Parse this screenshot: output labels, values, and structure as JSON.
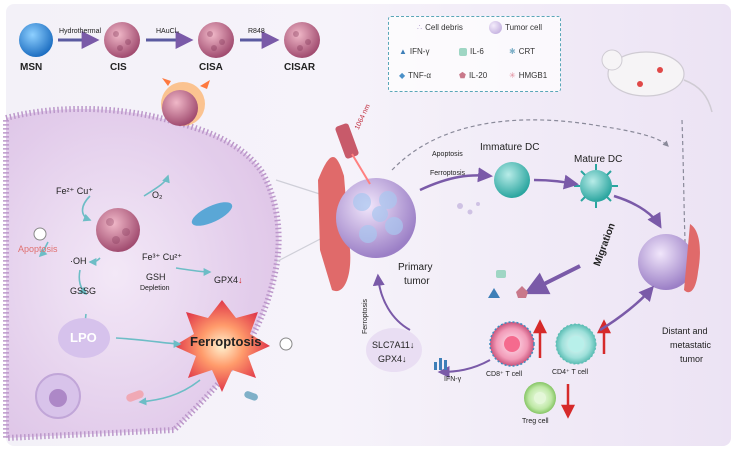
{
  "synthesis": {
    "steps": [
      {
        "label": "MSN"
      },
      {
        "label": "CIS"
      },
      {
        "label": "CISA"
      },
      {
        "label": "CISAR"
      }
    ],
    "arrows": [
      "Hydrothermal",
      "HAuCl₄",
      "R848"
    ]
  },
  "legend": {
    "items": [
      {
        "label": "Cell debris",
        "icon": "dots-icon"
      },
      {
        "label": "Tumor cell",
        "icon": "sphere-icon"
      },
      {
        "label": "IFN-γ",
        "icon": "triangle-icon"
      },
      {
        "label": "IL-6",
        "icon": "rounded-square-icon"
      },
      {
        "label": "CRT",
        "icon": "star-icon"
      },
      {
        "label": "TNF-α",
        "icon": "diamond-icon"
      },
      {
        "label": "IL-20",
        "icon": "pentagon-icon"
      },
      {
        "label": "HMGB1",
        "icon": "cross-icon"
      }
    ]
  },
  "cell": {
    "ions_top": "Fe²⁺ Cu⁺",
    "o2": "O₂",
    "ions_right": "Fe³⁺ Cu²⁺",
    "apoptosis": "Apoptosis",
    "oh": "·OH",
    "gssg": "GSSG",
    "gsh_line1": "GSH",
    "gsh_line2": "Depletion",
    "gpx4": "GPX4",
    "gpx4_arrow": "↓",
    "lpo": "LPO",
    "ferroptosis": "Ferroptosis"
  },
  "immune": {
    "laser": "1064 nm",
    "apoptosis": "Apoptosis",
    "ferroptosis": "Ferroptosis",
    "immature_dc": "Immature DC",
    "mature_dc": "Mature DC",
    "migration": "Migration",
    "primary_tumor_line1": "Primary",
    "primary_tumor_line2": "tumor",
    "ferroptosis_vertical": "Ferroptosis",
    "slc_line1": "SLC7A11↓",
    "slc_line2": "GPX4↓",
    "ifn": "IFN-γ",
    "cd8": "CD8⁺ T cell",
    "cd4": "CD4⁺ T cell",
    "treg": "Treg cell",
    "distant_line1": "Distant and",
    "distant_line2": "metastatic",
    "distant_line3": "tumor"
  },
  "colors": {
    "msn": "#3f8fd6",
    "cis": "#c96b8e",
    "cell_bg": "#e9d6ef",
    "arrow_purple": "#7a5aa8",
    "red": "#d62a2a"
  }
}
